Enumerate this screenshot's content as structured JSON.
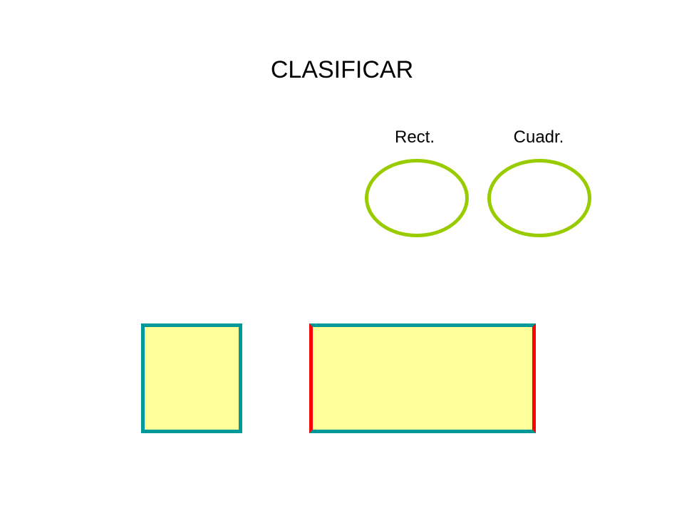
{
  "title": "CLASIFICAR",
  "categories": {
    "rectangle_label": "Rect.",
    "square_label": "Cuadr."
  },
  "colors": {
    "ellipse_outline": "#99cc00",
    "shape_fill": "#ffff99",
    "shape_border": "#009999",
    "highlight_side": "#ff0000"
  }
}
